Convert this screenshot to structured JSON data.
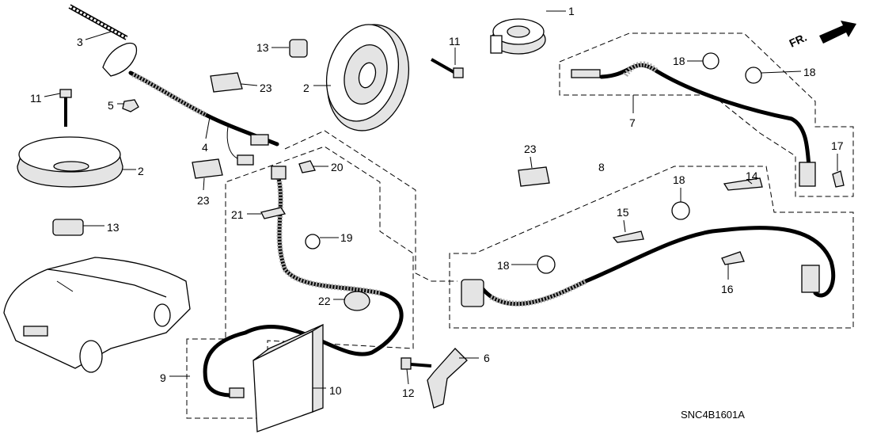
{
  "diagram": {
    "part_code": "SNC4B1601A",
    "direction_label": "FR.",
    "callouts": [
      "3",
      "1",
      "11",
      "13",
      "23",
      "2",
      "11",
      "5",
      "4",
      "2",
      "23",
      "20",
      "13",
      "21",
      "19",
      "22",
      "9",
      "10",
      "12",
      "6",
      "7",
      "18",
      "18",
      "17",
      "23",
      "8",
      "18",
      "14",
      "15",
      "18",
      "16"
    ]
  }
}
